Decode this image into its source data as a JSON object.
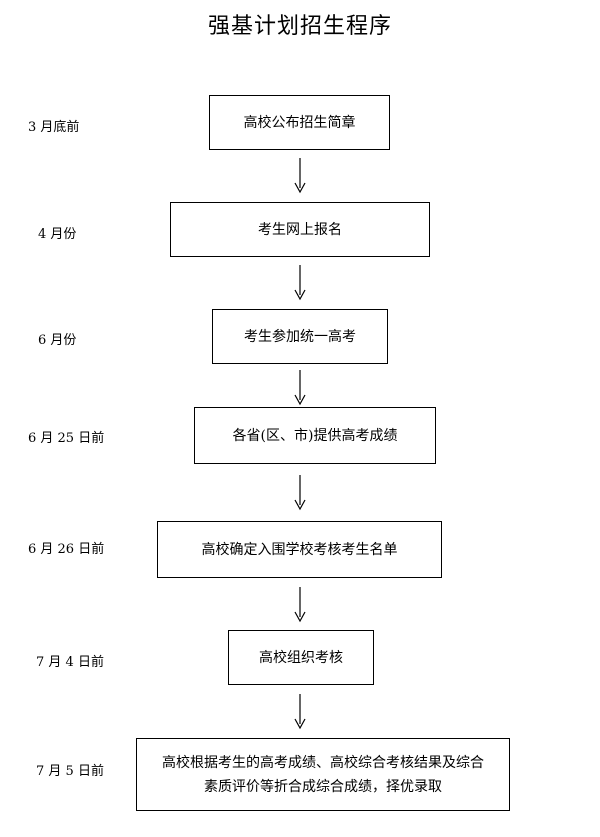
{
  "title": "强基计划招生程序",
  "steps": [
    {
      "date": "3 月底前",
      "text": "高校公布招生简章"
    },
    {
      "date": "4 月份",
      "text": "考生网上报名"
    },
    {
      "date": "6 月份",
      "text": "考生参加统一高考"
    },
    {
      "date": "6 月 25 日前",
      "text": "各省(区、市)提供高考成绩"
    },
    {
      "date": "6 月 26 日前",
      "text": "高校确定入围学校考核考生名单"
    },
    {
      "date": "7 月 4 日前",
      "text": "高校组织考核"
    },
    {
      "date": "7 月 5 日前",
      "text_line1": "高校根据考生的高考成绩、高校综合考核结果及综合",
      "text_line2": "素质评价等折合成综合成绩，择优录取"
    }
  ],
  "icons": {
    "flow_arrow": "down-arrow-icon"
  }
}
